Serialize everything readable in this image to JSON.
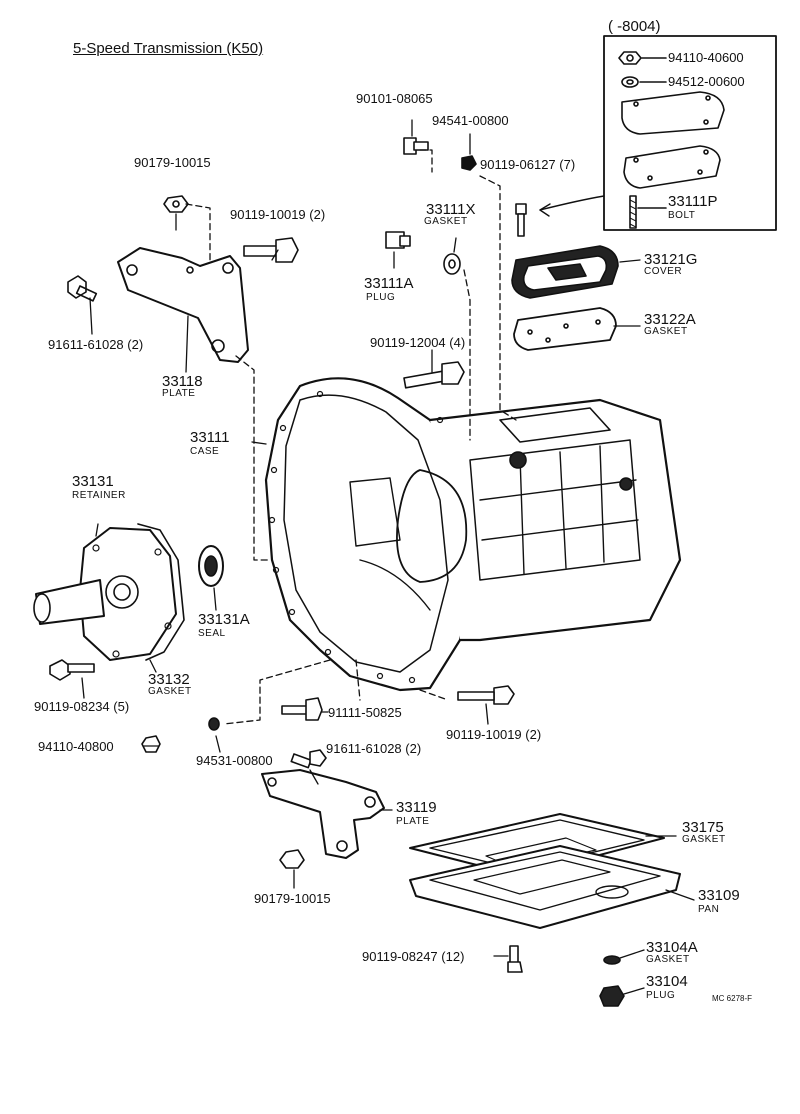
{
  "title": "5-Speed Transmission (K50)",
  "inset_header": "(      -8004)",
  "drawing_code": "MC 6278-F",
  "labels": {
    "p90101_08065": "90101-08065",
    "p94541_00800": "94541-00800",
    "p90119_06127": "90119-06127 (7)",
    "p90179_10015_top": "90179-10015",
    "p90119_10019_top": "90119-10019 (2)",
    "p33111x_num": "33111X",
    "p33111x_sub": "GASKET",
    "p33111a_num": "33111A",
    "p33111a_sub": "PLUG",
    "p33121g_num": "33121G",
    "p33121g_sub": "COVER",
    "p33122a_num": "33122A",
    "p33122a_sub": "GASKET",
    "p91611_61028_top": "91611-61028 (2)",
    "p33118_num": "33118",
    "p33118_sub": "PLATE",
    "p90119_12004": "90119-12004 (4)",
    "p33111_num": "33111",
    "p33111_sub": "CASE",
    "p33131_num": "33131",
    "p33131_sub": "RETAINER",
    "p33131a_num": "33131A",
    "p33131a_sub": "SEAL",
    "p33132_num": "33132",
    "p33132_sub": "GASKET",
    "p90119_08234": "90119-08234 (5)",
    "p91111_50825": "91111-50825",
    "p90119_10019_bot": "90119-10019 (2)",
    "p94110_40800": "94110-40800",
    "p94531_00800": "94531-00800",
    "p91611_61028_bot": "91611-61028 (2)",
    "p33119_num": "33119",
    "p33119_sub": "PLATE",
    "p33175_num": "33175",
    "p33175_sub": "GASKET",
    "p33109_num": "33109",
    "p33109_sub": "PAN",
    "p90179_10015_bot": "90179-10015",
    "p90119_08247": "90119-08247 (12)",
    "p33104a_num": "33104A",
    "p33104a_sub": "GASKET",
    "p33104_num": "33104",
    "p33104_sub": "PLUG",
    "inset_94110_40600": "94110-40600",
    "inset_94512_00600": "94512-00600",
    "inset_33111p_num": "33111P",
    "inset_33111p_sub": "BOLT"
  }
}
